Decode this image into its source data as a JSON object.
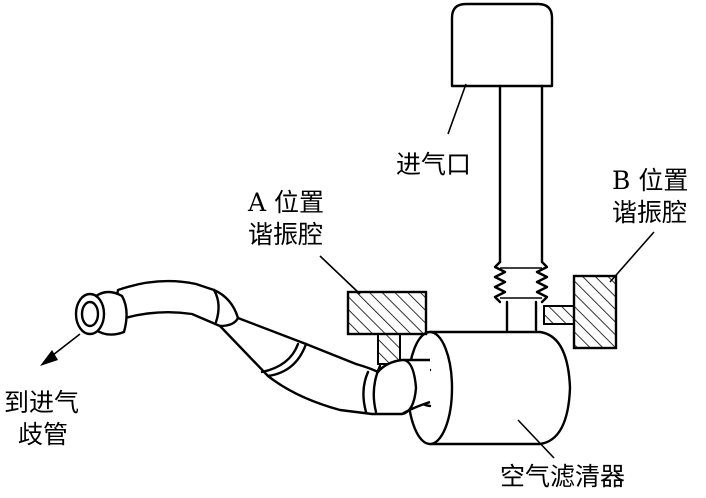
{
  "labels": {
    "inlet": "进气口",
    "resonator_a_line1": "A 位置",
    "resonator_a_line2": "谐振腔",
    "resonator_b_line1": "B 位置",
    "resonator_b_line2": "谐振腔",
    "manifold_line1": "到进气",
    "manifold_line2": "歧管",
    "air_filter": "空气滤清器"
  }
}
